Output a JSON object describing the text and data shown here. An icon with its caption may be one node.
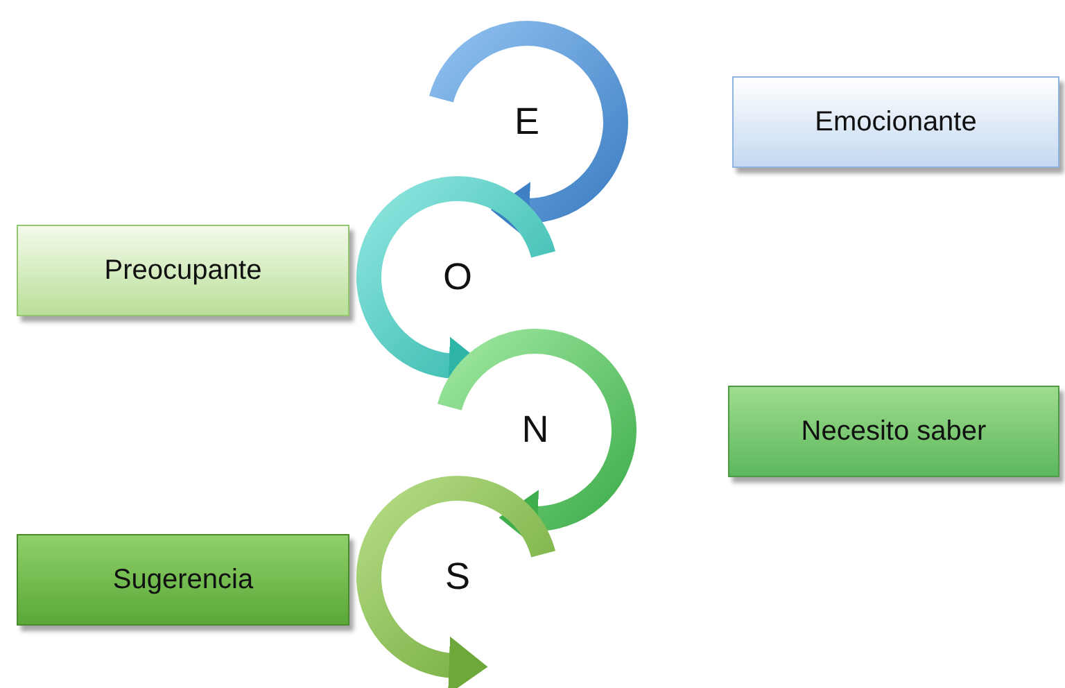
{
  "diagram": {
    "nodes": [
      {
        "text": [
          "E"
        ]
      },
      {
        "text": [
          "Emocionante"
        ]
      },
      {
        "text": [
          "O"
        ]
      },
      {
        "text": [
          "Preocupante"
        ]
      },
      {
        "text": [
          "N"
        ]
      },
      {
        "text": [
          "Necesito saber"
        ]
      },
      {
        "text": [
          "S"
        ]
      },
      {
        "text": [
          "Sugerencia"
        ]
      }
    ]
  }
}
